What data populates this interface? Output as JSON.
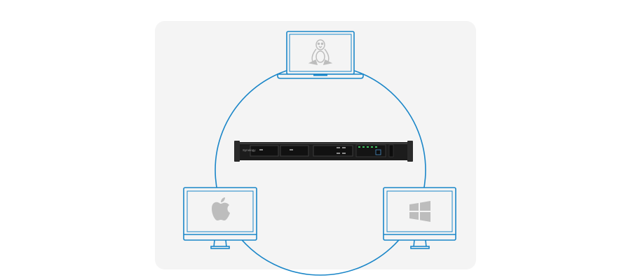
{
  "diagram": {
    "server": {
      "brand_text": "Synology"
    },
    "clients": [
      {
        "device": "laptop",
        "os_logo": "linux-tux-icon"
      },
      {
        "device": "desktop-monitor",
        "os_logo": "apple-icon"
      },
      {
        "device": "desktop-monitor",
        "os_logo": "windows-icon"
      }
    ]
  },
  "colors": {
    "line_blue": "#1a86c8",
    "panel_bg": "#f4f4f4",
    "logo_gray": "#bdbdbd",
    "server_body": "#1c1c1c"
  }
}
